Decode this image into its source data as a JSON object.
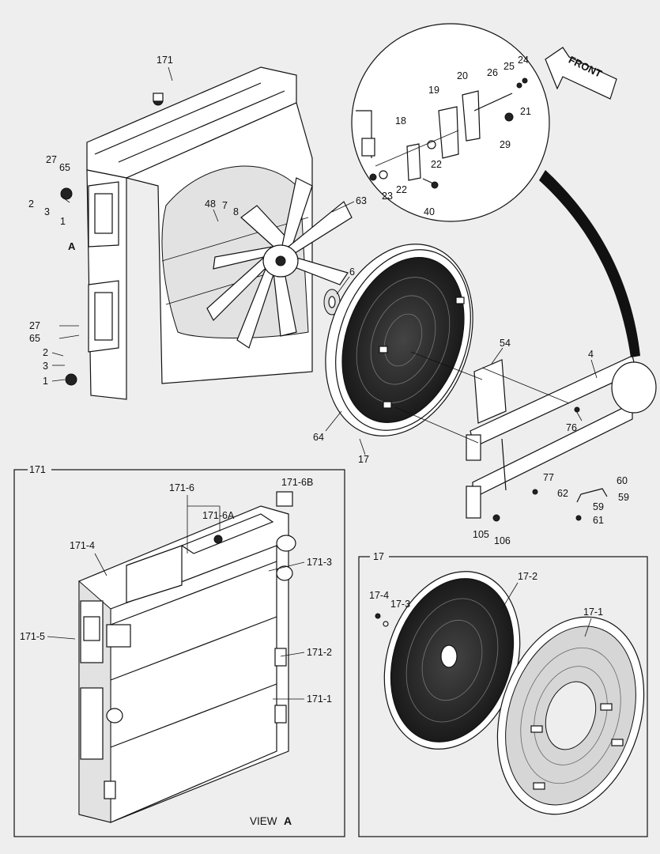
{
  "front_arrow": {
    "label": "FRONT"
  },
  "view_label": {
    "text": "VIEW",
    "letter": "A"
  },
  "callouts": {
    "c171": "171",
    "c63": "63",
    "c48": "48",
    "c7": "7",
    "c8": "8",
    "c6": "6",
    "c64": "64",
    "c17": "17",
    "c54": "54",
    "c4": "4",
    "c76": "76",
    "c77": "77",
    "c60": "60",
    "c59": "59",
    "c62": "62",
    "c61": "61",
    "c105": "105",
    "c106": "106",
    "c27a": "27",
    "c65a": "65",
    "c2a": "2",
    "c3a": "3",
    "c1a": "1",
    "cA": "A",
    "c27b": "27",
    "c65b": "65",
    "c2b": "2",
    "c3b": "3",
    "c1b": "1",
    "d18": "18",
    "d19": "19",
    "d20": "20",
    "d26": "26",
    "d25": "25",
    "d24": "24",
    "d21": "21",
    "d29": "29",
    "d22a": "22",
    "d22b": "22",
    "d23": "23",
    "d40": "40",
    "v171": "171",
    "v171_6": "171-6",
    "v171_6B": "171-6B",
    "v171_6A": "171-6A",
    "v171_4": "171-4",
    "v171_3": "171-3",
    "v171_5": "171-5",
    "v171_2": "171-2",
    "v171_1": "171-1",
    "g17": "17",
    "g17_2": "17-2",
    "g17_4": "17-4",
    "g17_3": "17-3",
    "g17_1": "17-1"
  }
}
